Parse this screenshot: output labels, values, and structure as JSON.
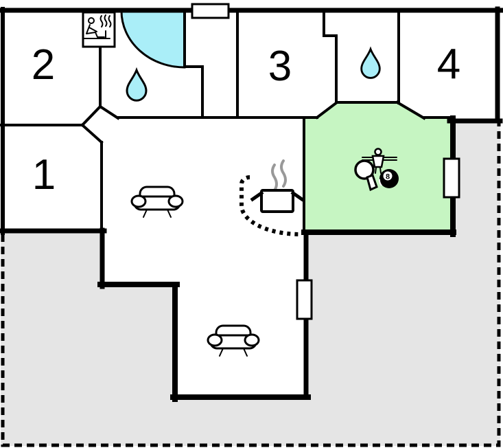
{
  "rooms": {
    "room1": {
      "label": "1"
    },
    "room2": {
      "label": "2"
    },
    "room3": {
      "label": "3"
    },
    "room4": {
      "label": "4"
    }
  },
  "game_room": {
    "billiard_ball_number": "8"
  },
  "icons": {
    "sauna": "sauna-icon",
    "shower": "shower-enclosure-icon",
    "bathroom_main": "water-drop-icon",
    "bathroom_small": "water-drop-icon",
    "kitchen": "cooking-pot-icon",
    "living_room": "sofa-icon",
    "lounge": "sofa-icon",
    "games": [
      "table-tennis-paddle-icon",
      "foosball-player-icon",
      "billiard-8-ball-icon"
    ]
  },
  "colors": {
    "wall": "#000000",
    "water_feature": "#aaeef8",
    "game_room_floor": "#c6f5c2",
    "terrace": "#e5e5e5",
    "indoor_floor": "#ffffff",
    "steam": "#999999"
  }
}
